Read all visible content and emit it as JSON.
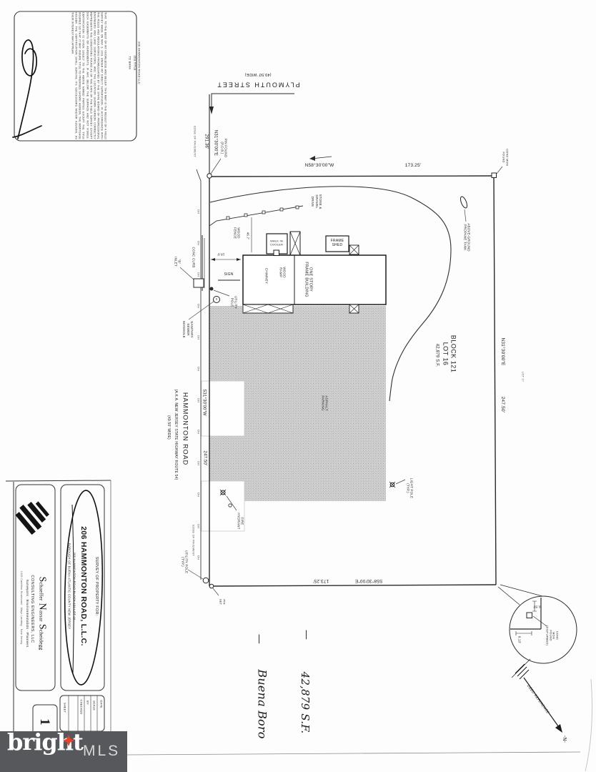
{
  "certification": {
    "addressees": "206 HAMMONTON ROAD LLC\nJDS TITLE\nTD BANK",
    "body": "THAT, TO THE BEST OF MY KNOWLEDGE AND BELIEF, THIS MAP IS THE RESULT OF A FIELD SURVEY MADE ON MAY 3, 2011 UNDER MY DIRECT SUPERVISION, IN ACCORDANCE WITH THE RULES AND REGULATIONS PROMULGATED BY THE STATE BOARD OF PROFESSIONAL ENGINEERS AND LAND SURVEYORS, AND THE LOCATION SHOWN HEREON CORRECTLY REPRESENTS THE CONDITIONS FOUND AS OF THE DATE OF THE FIELD SURVEY, EXCEPT SUCH EASEMENTS OR AGREEMENTS, IF ANY, BELOW THE SURFACE AND NOT VISIBLE. CERTIFICATION IS GIVEN SOLELY TO THE ABOVE NAMED PARTIES EXCEPT THE TITLE INSURED SO THAT IT MAY INSURE TITLE TO PREMISES SHOWN HEREON, THE MORTGAGE HOLDER. THE CERTIFICATION SHALL SURVIVE ITS SUCCESSORS AND/OR ASSIGNS, AS THEIR INTEREST MAY APPEAR."
  },
  "streets": {
    "plymouth": {
      "name": "PLYMOUTH  STREET",
      "width": "(49.50' WIDE)"
    },
    "hammonton": {
      "name": "HAMMONTON  ROAD",
      "aka": "(A.K.A. NEW JERSEY STATE HIGHWAY ROUTE 54)",
      "width": "(49.50' WIDE)"
    }
  },
  "boundaries": {
    "north": {
      "bearing": "N58°30'00\"W",
      "distance": "173.25'"
    },
    "east": {
      "bearing": "N31°30'00\"E",
      "distance": "247.50'"
    },
    "south": {
      "bearing": "S58°30'00\"E",
      "distance": "173.25'"
    },
    "west": {
      "bearing": "S31°30'00\"W",
      "distance": "247.50'"
    },
    "road_frontage": {
      "bearing": "N31°30'00\"E",
      "distance": "291.36'"
    }
  },
  "parcel": {
    "block_lot": "BLOCK 121\nLOT 16",
    "area": "42,879  S.F.",
    "adjacent_lot": "LOT 17"
  },
  "features": {
    "oh": "OH",
    "edge_of_pavement": "EDGE OF PAVEMENT",
    "pin_found": "PIN FOUND\n(P.O.B.)",
    "conc_mon_found": "CONC MON\nFOUND",
    "stone_gravel_drive": "STONE &\nGRAVEL\nDRIVE",
    "propane": "ABOVE-GROUND\nPROPANE TANK",
    "wood_fence": "WOOD\nFENCE",
    "walk_in_cooler": "WALK IN\nCOOLER",
    "frame_shed": "FRAME\nSHED",
    "one_story": "ONE STORY\nFRAME BUILDING",
    "chimney": "CHIMNEY",
    "wood_ramp": "WOOD\nRAMP",
    "sign": "SIGN",
    "conc_curb": "CONC CURB",
    "inlet": "\"B\"\nINLET",
    "utility_pole": "UTILITY\nPOLE",
    "manhole_s": "S",
    "sanitary": "SANITARY\nSEWER\nMANHOLE",
    "asphalt_parking": "ASPHALT\nPARKING",
    "light_pole": "LIGHT POLE\n(TYP.)",
    "fire_hydrant": "FIRE\nHYDRANT",
    "utility_pole_typ": "UTILITY POLE\n(TYP.)",
    "pin_set": "PIN\nSET"
  },
  "dimensions": {
    "fence": "46.7'",
    "building_offset": "18.6'",
    "detail_a": "0.55'",
    "detail_b": "0.13'"
  },
  "detail_note": "CONC\nMON\nFOUND\n(DISTURBED)",
  "north_arrow": {
    "n": "-N-",
    "deed": "DEED  REFERENCE"
  },
  "handwritten": {
    "dash": "—",
    "municipality": "Buena Boro",
    "area": "42,879 S.F."
  },
  "title_block": {
    "survey_for": "SURVEY OF PROPERTY FOR:",
    "client": "206 HAMMONTON ROAD, L.L.C.",
    "address_line": "206 HAMMONTON ROAD  BLOCK 121  LOT 16",
    "municipality_line": "BOROUGH OF BUENA  ATLANTIC COUNTY  NEW JERSEY",
    "firm_word1": "Schaeffer",
    "firm_word2": "Nassar",
    "firm_word3": "Scheidegg",
    "firm_type": "CONSULTING ENGINEERS, LLC",
    "firm_services": "Surveyors · Environmentalists · Planners",
    "firm_address": "1425 Cantillon Boulevard · Mays Landing · New Jersey",
    "fields": {
      "date": "DATE",
      "scale": "SCALE",
      "by": "BY",
      "checked": "CHECKED",
      "sheet": "SHEET"
    },
    "sheet_number": "1"
  },
  "watermark": {
    "brand": "bright",
    "tm": "™",
    "suffix": "MLS"
  }
}
